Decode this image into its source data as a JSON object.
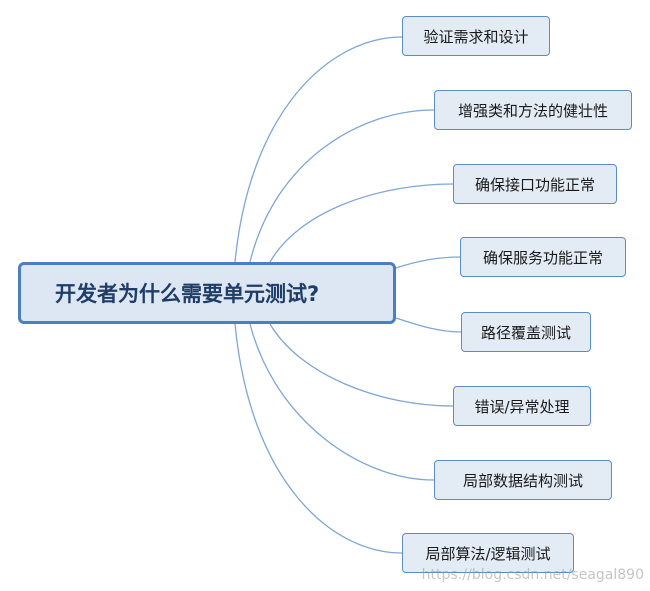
{
  "root": {
    "label": "开发者为什么需要单元测试?"
  },
  "branches": [
    "验证需求和设计",
    "增强类和方法的健壮性",
    "确保接口功能正常",
    "确保服务功能正常",
    "路径覆盖测试",
    "错误/异常处理",
    "局部数据结构测试",
    "局部算法/逻辑测试"
  ],
  "watermark": "https://blog.csdn.net/seagal890",
  "colors": {
    "connector": "#7ea6d6",
    "root_border": "#4a7fc1",
    "root_fill": "#dde7f3",
    "branch_border": "#5b8cc8",
    "branch_fill": "#e3ebf5"
  }
}
